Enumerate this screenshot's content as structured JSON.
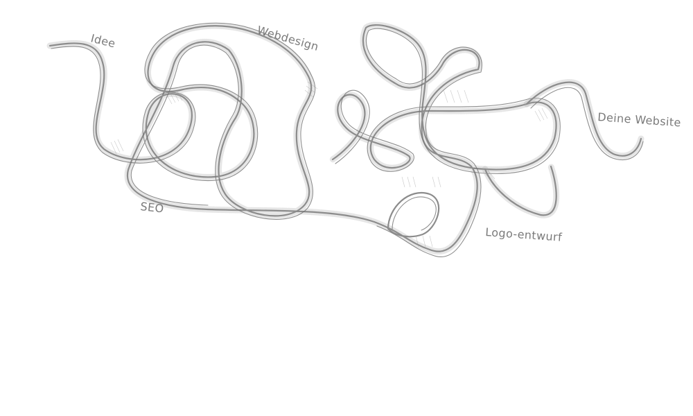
{
  "labels": {
    "idee": "Idee",
    "webdesign": "Webdesign",
    "seo": "SEO",
    "logo": "Logo-entwurf",
    "website": "Deine Website"
  },
  "colors": {
    "background": "#ffffff",
    "line": "#8c8c8c",
    "text": "#7a7a7a"
  }
}
